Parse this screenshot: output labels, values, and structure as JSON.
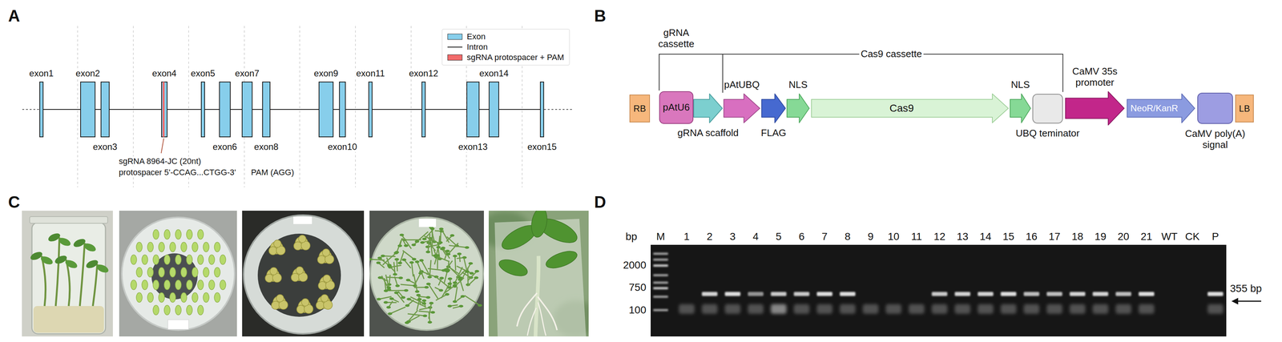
{
  "diagram": {
    "nodes": [
      {
        "text": [
          "exon1"
        ]
      },
      {
        "text": [
          "exon2"
        ]
      },
      {
        "text": [
          "exon3"
        ]
      },
      {
        "text": [
          "exon4"
        ]
      },
      {
        "text": [
          "exon5"
        ]
      },
      {
        "text": [
          "exon6"
        ]
      },
      {
        "text": [
          "exon7"
        ]
      },
      {
        "text": [
          "exon8"
        ]
      },
      {
        "text": [
          "exon9"
        ]
      },
      {
        "text": [
          "exon10"
        ]
      },
      {
        "text": [
          "exon11"
        ]
      },
      {
        "text": [
          "exon12"
        ]
      },
      {
        "text": [
          "exon13"
        ]
      },
      {
        "text": [
          "exon14"
        ]
      },
      {
        "text": [
          "exon15"
        ]
      },
      {
        "text": [
          "RB"
        ]
      },
      {
        "text": [
          "pAtU6"
        ]
      },
      {
        "text": [
          "gRNA scaffold"
        ]
      },
      {
        "text": [
          "pAtUBQ"
        ]
      },
      {
        "text": [
          "FLAG"
        ]
      },
      {
        "text": [
          "NLS"
        ]
      },
      {
        "text": [
          "Cas9"
        ]
      },
      {
        "text": [
          "NLS"
        ]
      },
      {
        "text": [
          "UBQ teminator"
        ]
      },
      {
        "text": [
          "CaMV 35s promoter"
        ]
      },
      {
        "text": [
          "NeoR/KanR"
        ]
      },
      {
        "text": [
          "CaMV poly(A) signal"
        ]
      },
      {
        "text": [
          "LB"
        ]
      }
    ],
    "edges": [
      {
        "from": 0,
        "to": 1,
        "arrow": "none"
      },
      {
        "from": 1,
        "to": 2,
        "arrow": "none"
      },
      {
        "from": 2,
        "to": 3,
        "arrow": "none"
      },
      {
        "from": 3,
        "to": 4,
        "arrow": "none"
      },
      {
        "from": 4,
        "to": 5,
        "arrow": "none"
      },
      {
        "from": 5,
        "to": 6,
        "arrow": "none"
      },
      {
        "from": 6,
        "to": 7,
        "arrow": "none"
      },
      {
        "from": 7,
        "to": 8,
        "arrow": "none"
      },
      {
        "from": 8,
        "to": 9,
        "arrow": "none"
      },
      {
        "from": 9,
        "to": 10,
        "arrow": "none"
      },
      {
        "from": 10,
        "to": 11,
        "arrow": "none"
      },
      {
        "from": 11,
        "to": 12,
        "arrow": "none"
      },
      {
        "from": 12,
        "to": 13,
        "arrow": "none"
      },
      {
        "from": 13,
        "to": 14,
        "arrow": "none"
      }
    ],
    "labels": [
      "A",
      "sgRNA 8964-JC (20nt)",
      "protospacer 5'-CCAG...CTGG-3'",
      "PAM (AGG)",
      "B",
      "gRNA cassette",
      "Cas9 cassette",
      "C",
      "D",
      "bp",
      "M",
      "1",
      "2",
      "3",
      "4",
      "5",
      "6",
      "7",
      "8",
      "9",
      "10",
      "11",
      "12",
      "13",
      "14",
      "15",
      "16",
      "17",
      "18",
      "19",
      "20",
      "21",
      "WT",
      "CK",
      "P",
      "2000",
      "750",
      "100",
      "355 bp"
    ],
    "legend": [
      {
        "text": "Exon",
        "color": "#87ceeb"
      },
      {
        "text": "Intron"
      },
      {
        "text": "sgRNA protospacer + PAM",
        "color": "#f26b6b"
      }
    ]
  }
}
